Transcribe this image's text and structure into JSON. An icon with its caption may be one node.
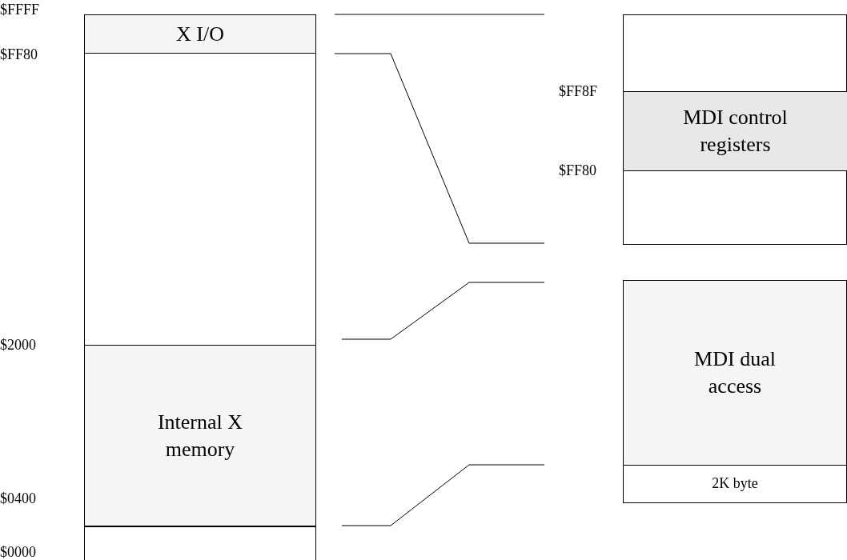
{
  "diagram": {
    "nodes": [
      {
        "text": [
          "X I/O"
        ]
      },
      {
        "text": [],
        "shape": "box"
      },
      {
        "text": [
          "Internal X memory"
        ]
      },
      {
        "text": [],
        "shape": "box"
      },
      {
        "text": [],
        "shape": "box"
      },
      {
        "text": [
          "MDI control registers"
        ],
        "in": 4
      },
      {
        "text": [
          "MDI dual access"
        ]
      },
      {
        "text": [
          "2K byte"
        ]
      }
    ],
    "labels": [
      "$FFFF",
      "$FF80",
      "$2000",
      "$0400",
      "$0000",
      "$FF8F",
      "$FF80"
    ]
  }
}
